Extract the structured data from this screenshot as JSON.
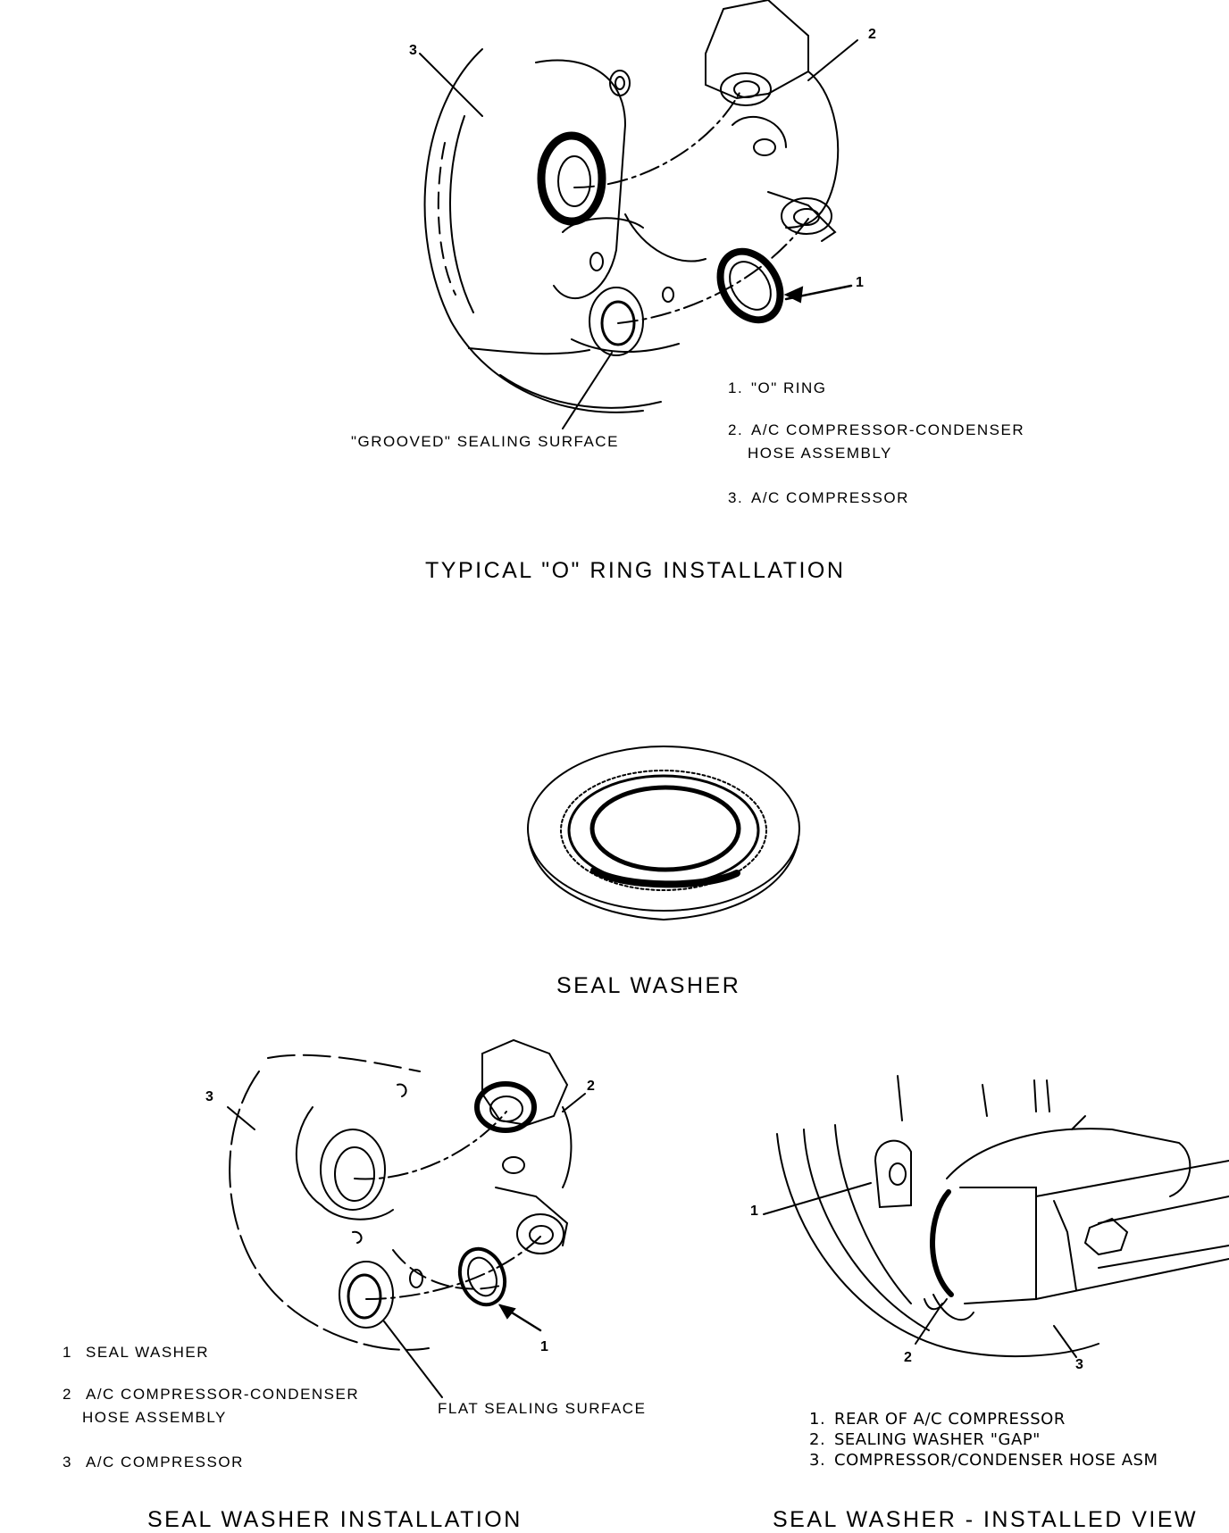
{
  "figure_a": {
    "callouts": [
      "3",
      "2",
      "1"
    ],
    "surface_label": "\"GROOVED\" SEALING SURFACE",
    "legend": [
      {
        "num": "1.",
        "text": "\"O\" RING"
      },
      {
        "num": "2.",
        "text": "A/C COMPRESSOR-CONDENSER",
        "text2": "HOSE ASSEMBLY"
      },
      {
        "num": "3.",
        "text": "A/C COMPRESSOR"
      }
    ],
    "caption": "TYPICAL \"O\" RING INSTALLATION"
  },
  "figure_b": {
    "caption": "SEAL WASHER"
  },
  "figure_c": {
    "callouts": [
      "3",
      "2",
      "1"
    ],
    "surface_label": "FLAT SEALING SURFACE",
    "legend": [
      {
        "num": "1",
        "text": "SEAL WASHER"
      },
      {
        "num": "2",
        "text": "A/C COMPRESSOR-CONDENSER",
        "text2": "HOSE ASSEMBLY"
      },
      {
        "num": "3",
        "text": "A/C COMPRESSOR"
      }
    ],
    "caption": "SEAL WASHER INSTALLATION"
  },
  "figure_d": {
    "callouts": [
      "1",
      "2",
      "3"
    ],
    "legend": [
      {
        "num": "1.",
        "text": "REAR OF A/C COMPRESSOR"
      },
      {
        "num": "2.",
        "text": "SEALING WASHER \"GAP\""
      },
      {
        "num": "3.",
        "text": "COMPRESSOR/CONDENSER HOSE ASM"
      }
    ],
    "caption": "SEAL WASHER - INSTALLED VIEW"
  }
}
